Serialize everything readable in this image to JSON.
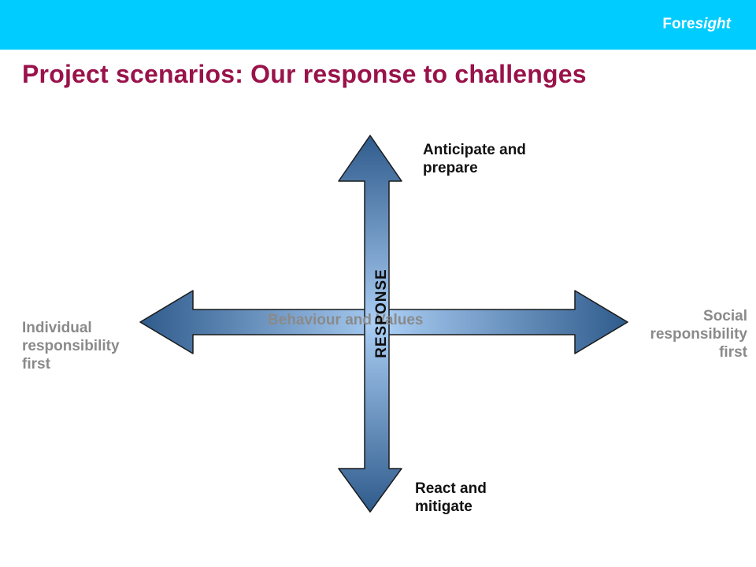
{
  "header": {
    "brand_prefix": "Fore",
    "brand_suffix": "sight",
    "bar_color": "#00ccff"
  },
  "page": {
    "title": "Project scenarios: Our response to challenges",
    "title_color": "#99134a"
  },
  "diagram": {
    "horizontal_axis_label": "Behaviour and Values",
    "vertical_axis_label": "RESPONSE",
    "top_label": [
      "Anticipate and",
      "prepare"
    ],
    "bottom_label": [
      "React and",
      "mitigate"
    ],
    "left_label": [
      "Individual",
      "responsibility",
      "first"
    ],
    "right_label": [
      "Social",
      "responsibility",
      "first"
    ],
    "arrow_colors": {
      "light": "#a9cdf3",
      "dark": "#2f5b8c",
      "outline": "#1a1a1a"
    }
  }
}
